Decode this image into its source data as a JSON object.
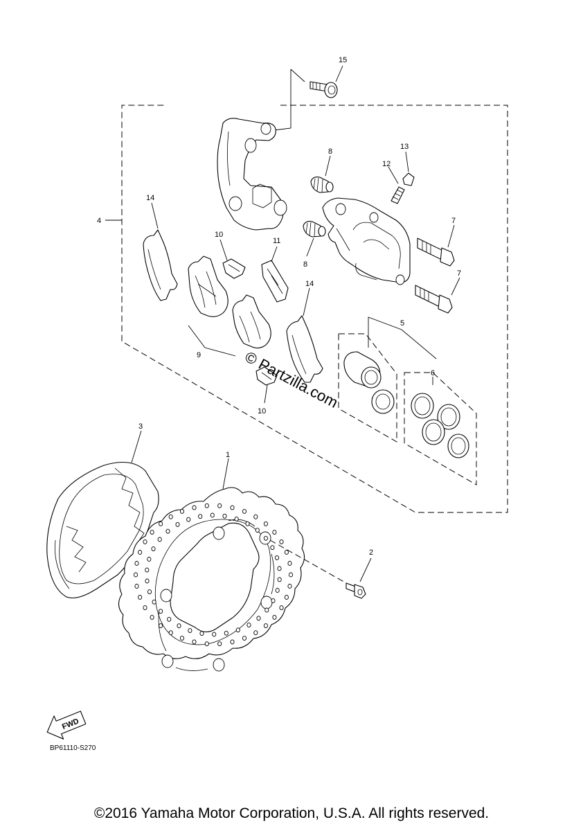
{
  "callouts": {
    "c1": "1",
    "c2": "2",
    "c3": "3",
    "c4": "4",
    "c5": "5",
    "c6": "6",
    "c7a": "7",
    "c7b": "7",
    "c8a": "8",
    "c8b": "8",
    "c9": "9",
    "c10a": "10",
    "c10b": "10",
    "c11": "11",
    "c12": "12",
    "c13": "13",
    "c14a": "14",
    "c14b": "14",
    "c15": "15"
  },
  "fwd_label": "FWD",
  "watermark": "© Partzilla.com",
  "reference_code": "BP61110-S270",
  "copyright": "©2016 Yamaha Motor Corporation, U.S.A. All rights reserved."
}
